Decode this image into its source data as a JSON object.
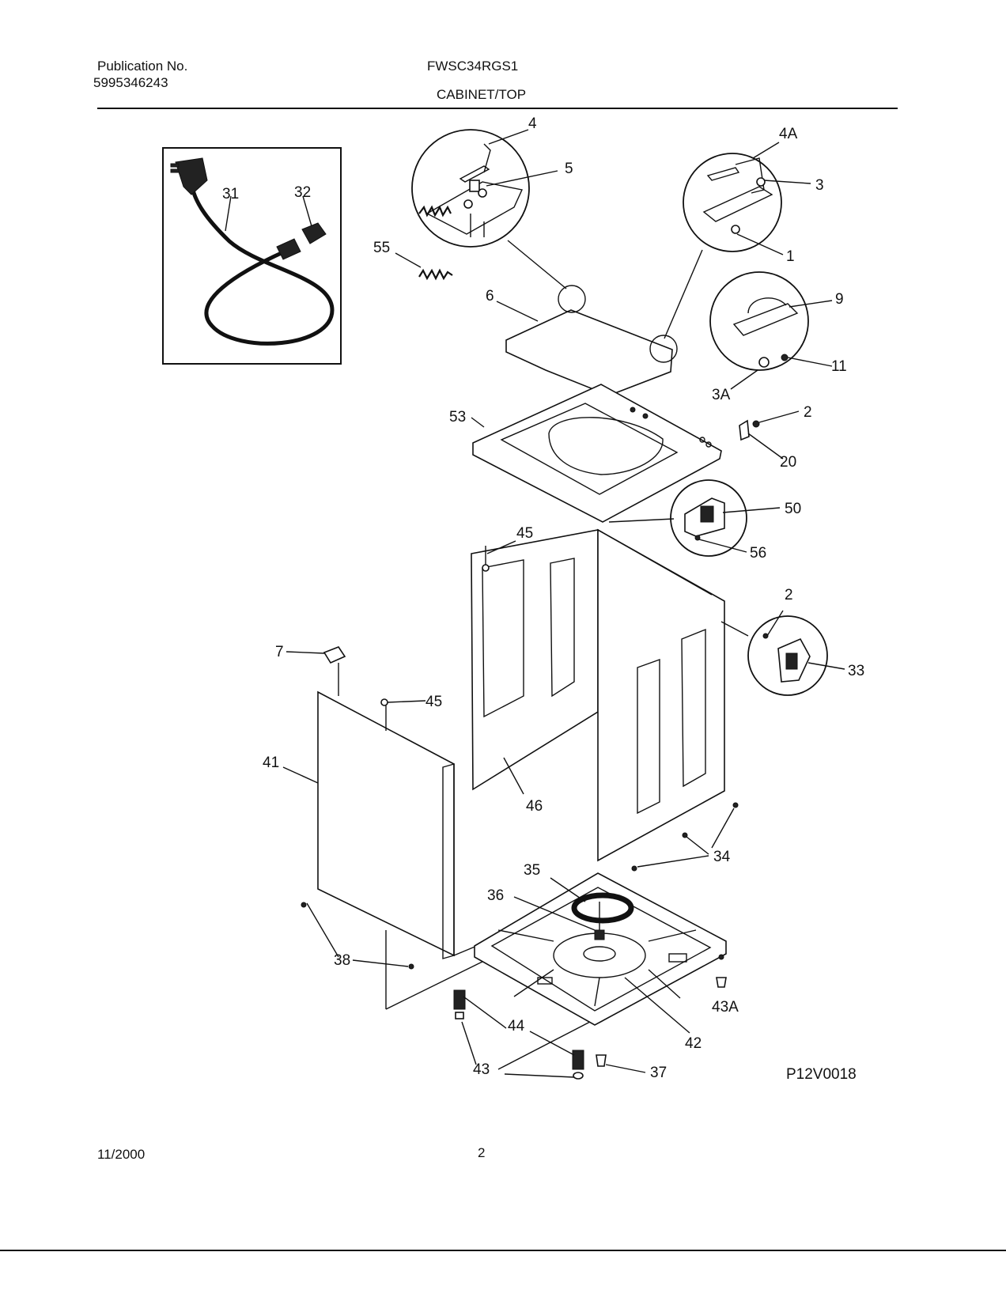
{
  "header": {
    "publication_label": "Publication No.",
    "publication_number": "5995346243",
    "model": "FWSC34RGS1",
    "section": "CABINET/TOP"
  },
  "footer": {
    "date": "11/2000",
    "page": "2"
  },
  "diagram": {
    "code": "P12V0018",
    "callouts": [
      "1",
      "2",
      "2",
      "3",
      "3A",
      "4",
      "4A",
      "5",
      "6",
      "7",
      "9",
      "11",
      "20",
      "31",
      "32",
      "33",
      "34",
      "35",
      "36",
      "37",
      "38",
      "41",
      "42",
      "43",
      "43A",
      "44",
      "45",
      "45",
      "46",
      "50",
      "53",
      "55",
      "56"
    ]
  }
}
